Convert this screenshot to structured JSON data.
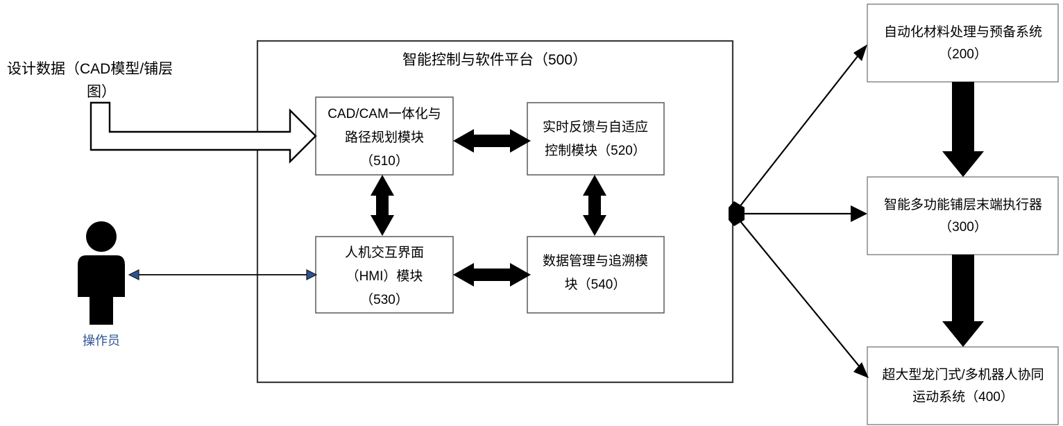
{
  "diagram": {
    "title_caption": "智能控制与软件平台（500）",
    "source_label": {
      "line1": "设计数据（CAD模型/铺层",
      "line2": "图）"
    },
    "actor": {
      "label": "操作员",
      "icon": "person-icon",
      "color": "#2e5395"
    },
    "platform": {
      "name": "智能控制与软件平台（500）",
      "id": "500",
      "modules": [
        {
          "id": "510",
          "lines": [
            "CAD/CAM一体化与",
            "路径规划模块",
            "（510）"
          ]
        },
        {
          "id": "520",
          "lines": [
            "实时反馈与自适应",
            "控制模块（520）"
          ]
        },
        {
          "id": "530",
          "lines": [
            "人机交互界面",
            "（HMI）模块",
            "（530）"
          ]
        },
        {
          "id": "540",
          "lines": [
            "数据管理与追溯模",
            "块（540）"
          ]
        }
      ]
    },
    "subsystems": [
      {
        "id": "200",
        "lines": [
          "自动化材料处理与预备系统",
          "（200）"
        ]
      },
      {
        "id": "300",
        "lines": [
          "智能多功能铺层末端执行器",
          "（300）"
        ]
      },
      {
        "id": "400",
        "lines": [
          "超大型龙门式/多机器人协同",
          "运动系统（400）"
        ]
      }
    ],
    "connector_names": [
      "source-to-510-block-arrow",
      "operator-to-530-double-arrow",
      "510-520-double-arrow",
      "530-540-double-arrow",
      "510-530-double-arrow",
      "520-540-double-arrow",
      "hub-to-200-arrow",
      "hub-to-300-arrow",
      "hub-to-400-arrow",
      "200-to-300-block-arrow",
      "300-to-400-block-arrow"
    ]
  }
}
